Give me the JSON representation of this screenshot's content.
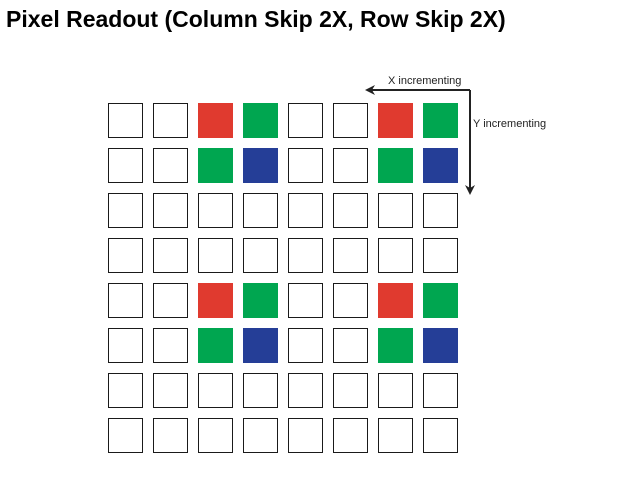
{
  "title": "Pixel Readout (Column Skip 2X, Row Skip 2X)",
  "axes": {
    "x_label": "X incrementing",
    "y_label": "Y incrementing"
  },
  "colors": {
    "empty": "#ffffff",
    "R": "#e03a2f",
    "G": "#00a650",
    "B": "#253e97"
  },
  "grid": [
    [
      "",
      "",
      "R",
      "G",
      "",
      "",
      "R",
      "G"
    ],
    [
      "",
      "",
      "G",
      "B",
      "",
      "",
      "G",
      "B"
    ],
    [
      "",
      "",
      "",
      "",
      "",
      "",
      "",
      ""
    ],
    [
      "",
      "",
      "",
      "",
      "",
      "",
      "",
      ""
    ],
    [
      "",
      "",
      "R",
      "G",
      "",
      "",
      "R",
      "G"
    ],
    [
      "",
      "",
      "G",
      "B",
      "",
      "",
      "G",
      "B"
    ],
    [
      "",
      "",
      "",
      "",
      "",
      "",
      "",
      ""
    ],
    [
      "",
      "",
      "",
      "",
      "",
      "",
      "",
      ""
    ]
  ]
}
